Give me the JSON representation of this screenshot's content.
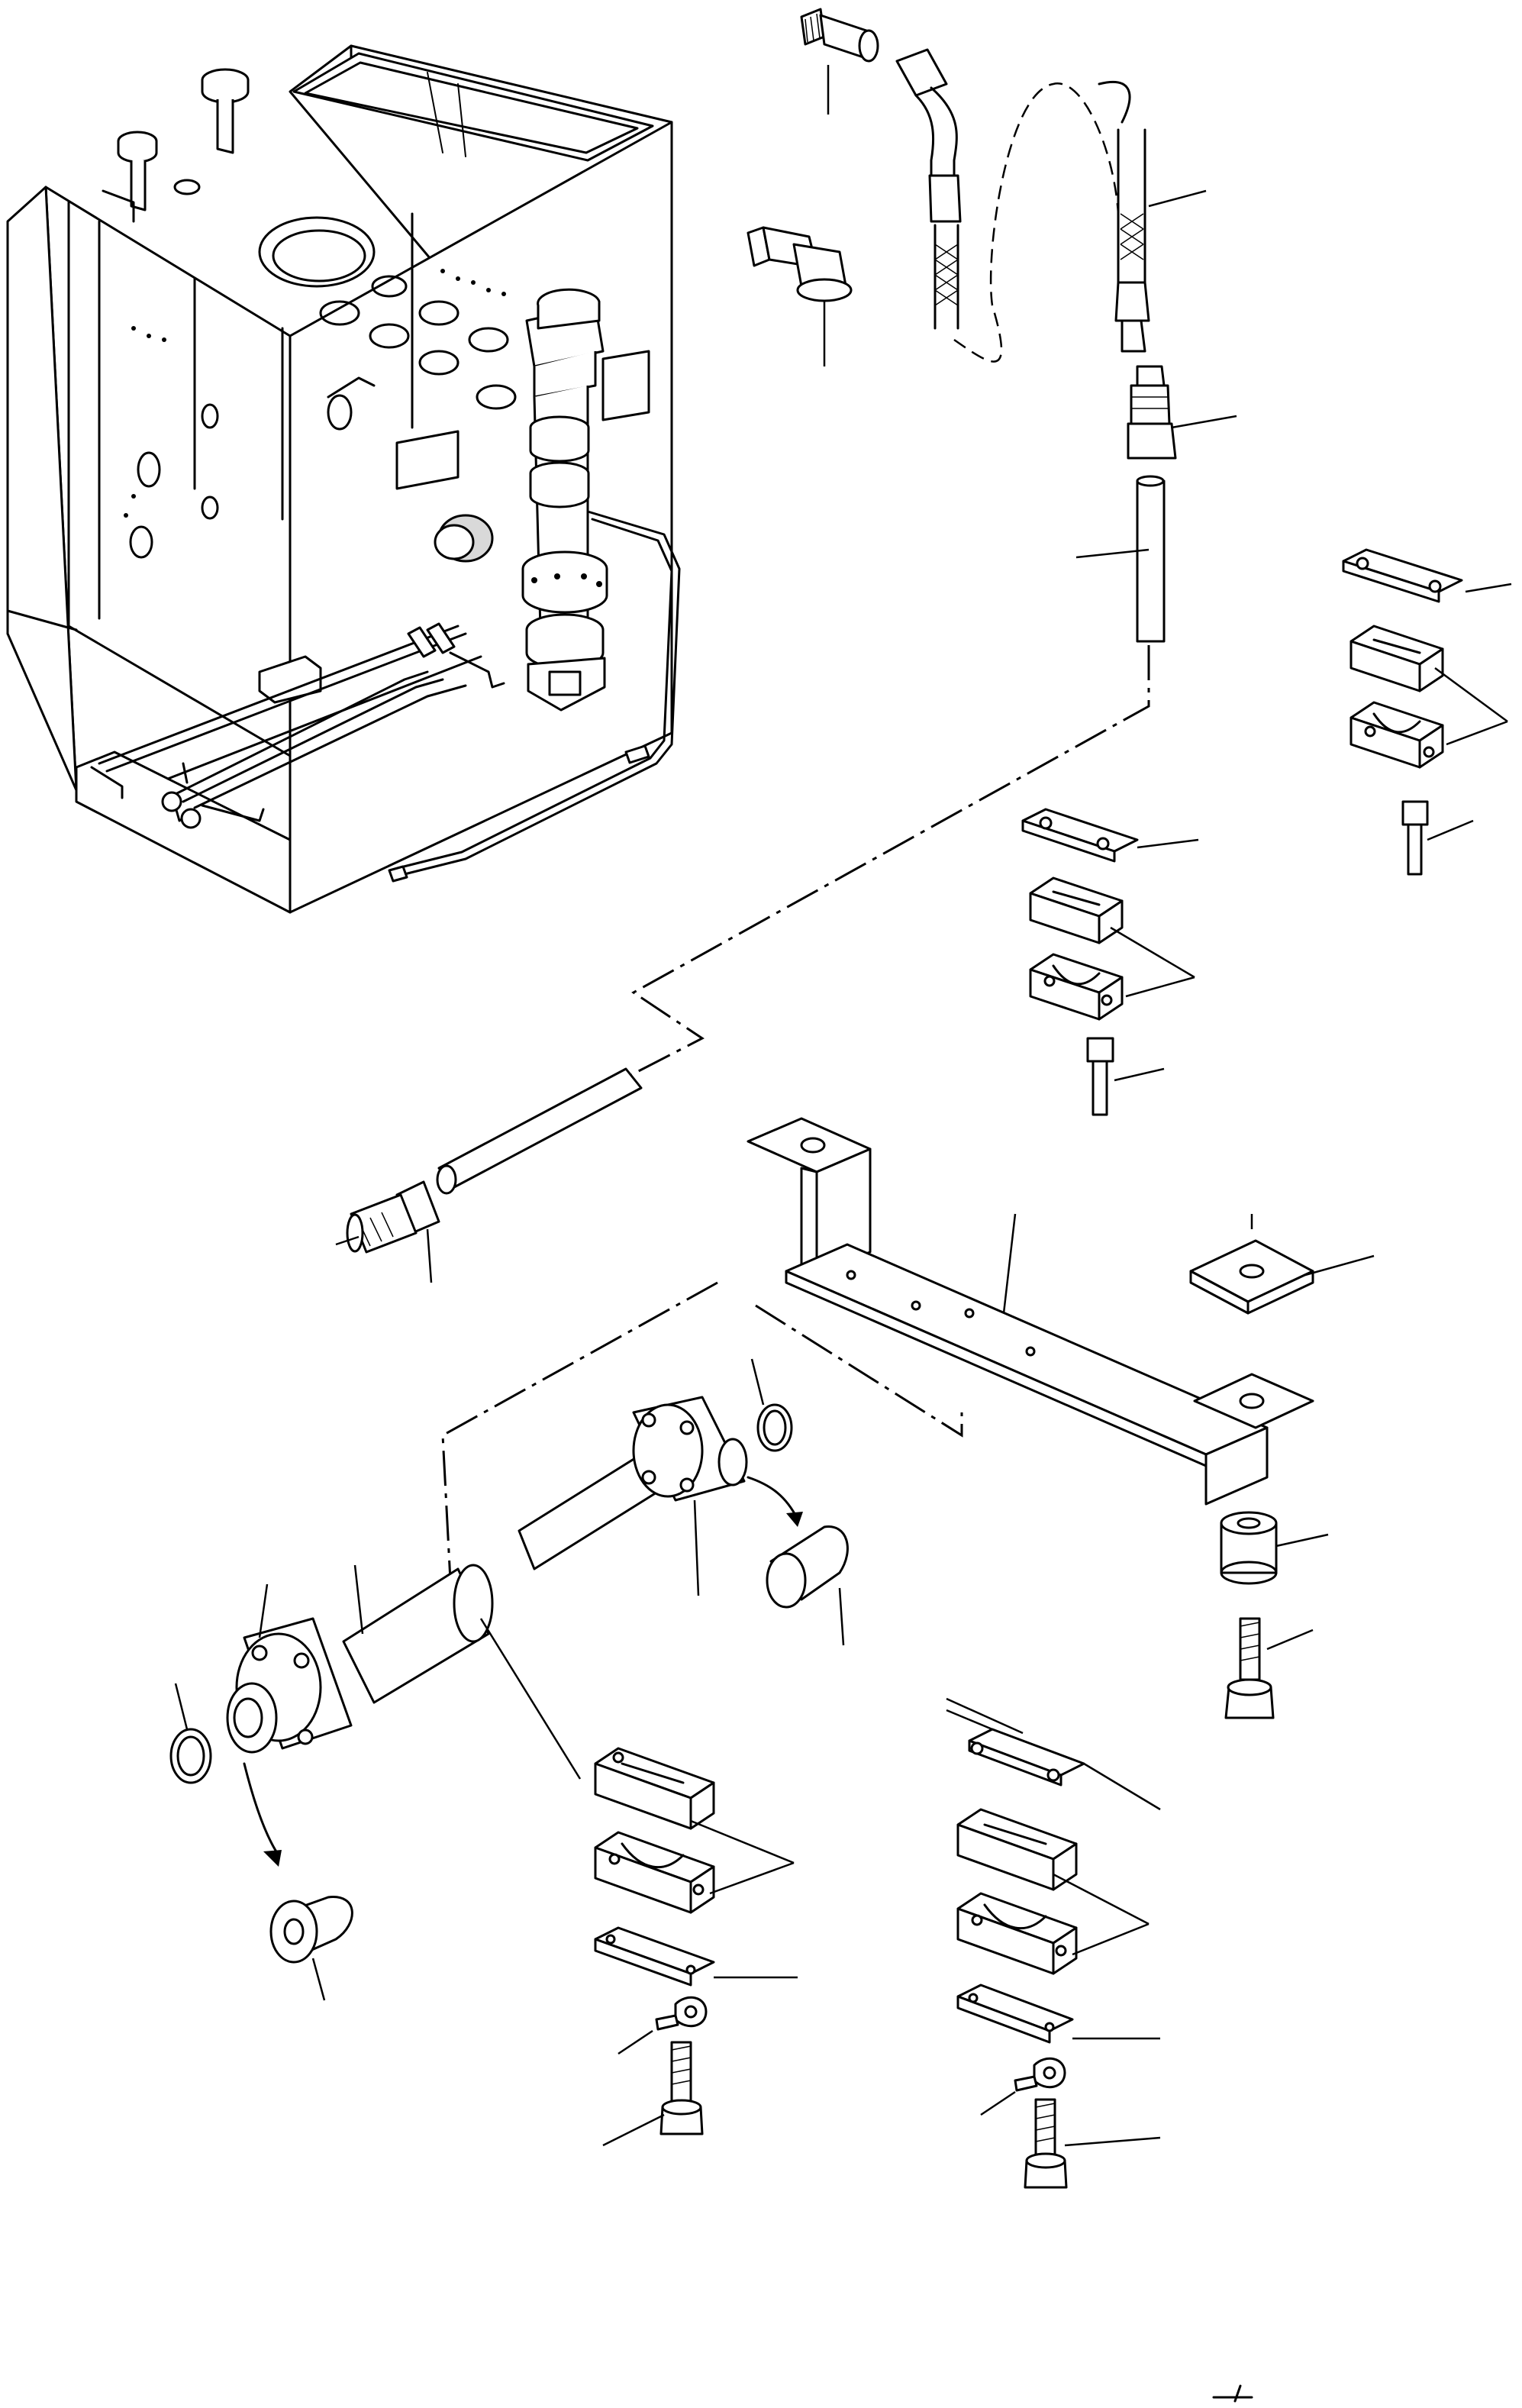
{
  "diagram": {
    "type": "exploded-parts-drawing",
    "text_labels": [],
    "colors": {
      "ink": "#000000",
      "paper": "#ffffff",
      "shade": "#d9d9d9"
    },
    "parts": [
      "hydraulic-tank-assembly",
      "straight-adapter",
      "elbow-adapter",
      "flexible-hose",
      "hose-connector",
      "rigid-pipe-upper",
      "pipe-clamp-set-upper-right",
      "pipe-clamp-set-middle",
      "rigid-pipe-lower",
      "mounting-bracket",
      "square-washer-plate",
      "spacer-sleeve",
      "hex-bolt",
      "flanged-pipe-assembly",
      "o-ring",
      "protective-cap",
      "pipe-clamp-set-lower-left",
      "pipe-clamp-set-lower-right"
    ]
  }
}
